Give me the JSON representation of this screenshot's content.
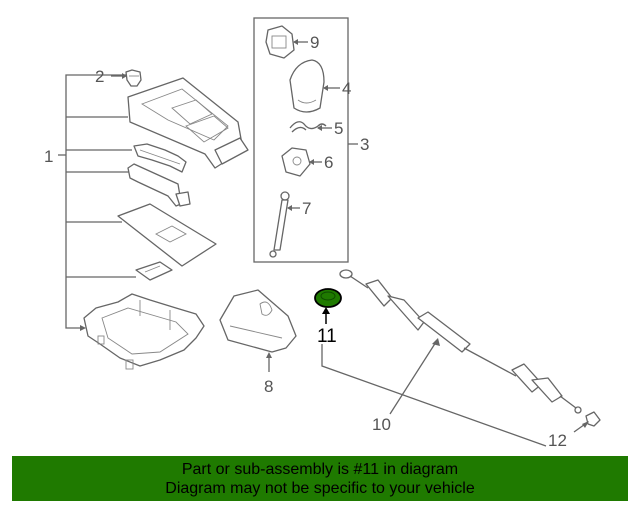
{
  "callouts": {
    "c1": "1",
    "c2": "2",
    "c3": "3",
    "c4": "4",
    "c5": "5",
    "c6": "6",
    "c7": "7",
    "c8": "8",
    "c9": "9",
    "c10": "10",
    "c11": "11",
    "c12": "12"
  },
  "highlight_color": "#1f7a00",
  "banner": {
    "line1": "Part or sub-assembly is #11 in diagram",
    "line2": "Diagram may not be specific to your vehicle"
  }
}
